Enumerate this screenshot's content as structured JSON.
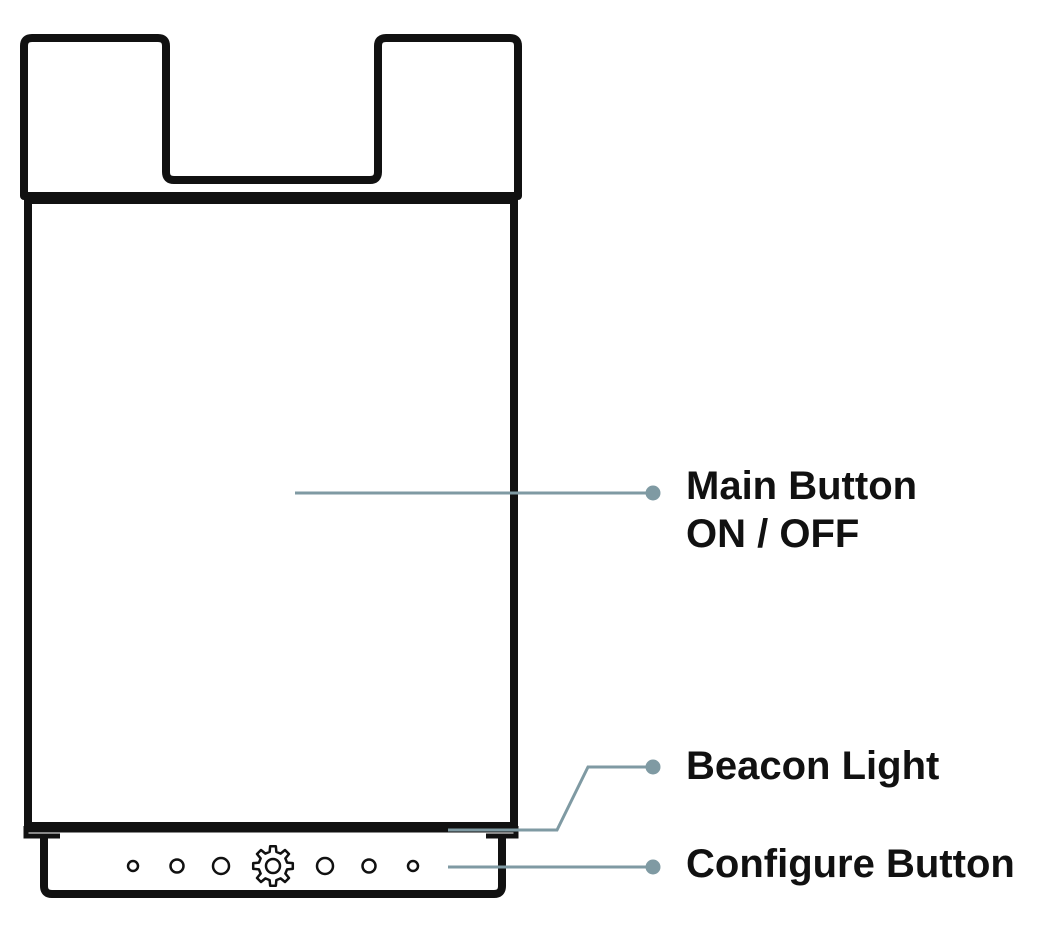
{
  "callouts": {
    "main_button": {
      "line1": "Main Button",
      "line2": "ON / OFF"
    },
    "beacon_light": {
      "label": "Beacon Light"
    },
    "configure_button": {
      "label": "Configure Button"
    }
  },
  "colors": {
    "outline": "#111111",
    "callout_line": "#7f9aa3",
    "background": "#ffffff"
  },
  "icons": {
    "configure": "gear-icon",
    "indicator": "led-dot-icon"
  }
}
